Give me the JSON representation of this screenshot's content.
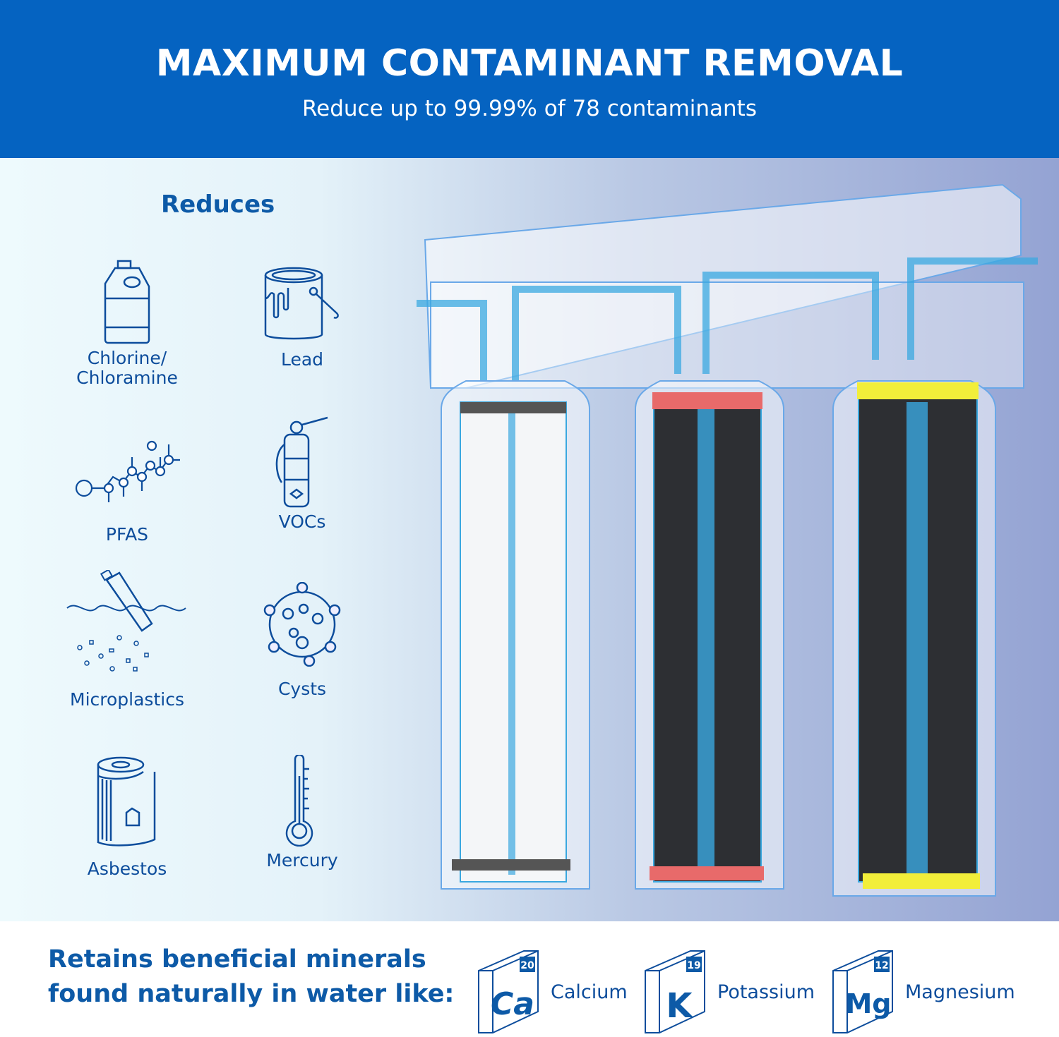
{
  "header": {
    "title": "MAXIMUM CONTAMINANT REMOVAL",
    "subtitle": "Reduce up to 99.99% of 78 contaminants"
  },
  "reduces": {
    "heading": "Reduces",
    "items": [
      {
        "label": "Chlorine/\nChloramine",
        "icon": "bleach-bottle-icon"
      },
      {
        "label": "Lead",
        "icon": "paint-can-icon"
      },
      {
        "label": "PFAS",
        "icon": "molecule-icon"
      },
      {
        "label": "VOCs",
        "icon": "fire-extinguisher-icon"
      },
      {
        "label": "Microplastics",
        "icon": "plastic-bottle-icon"
      },
      {
        "label": "Cysts",
        "icon": "cyst-icon"
      },
      {
        "label": "Asbestos",
        "icon": "asbestos-roll-icon"
      },
      {
        "label": "Mercury",
        "icon": "thermometer-icon"
      }
    ]
  },
  "minerals": {
    "heading": "Retains beneficial minerals\nfound naturally in water like:",
    "items": [
      {
        "symbol": "Ca",
        "number": "20",
        "name": "Calcium"
      },
      {
        "symbol": "K",
        "number": "19",
        "name": "Potassium"
      },
      {
        "symbol": "Mg",
        "number": "12",
        "name": "Magnesium"
      }
    ]
  },
  "colors": {
    "brand": "#0563c1",
    "text": "#0d4d9c",
    "cap_stage1": "#555555",
    "cap_stage2": "#e86a6a",
    "cap_stage3": "#f2ee3a",
    "water": "#3aa8e0"
  }
}
